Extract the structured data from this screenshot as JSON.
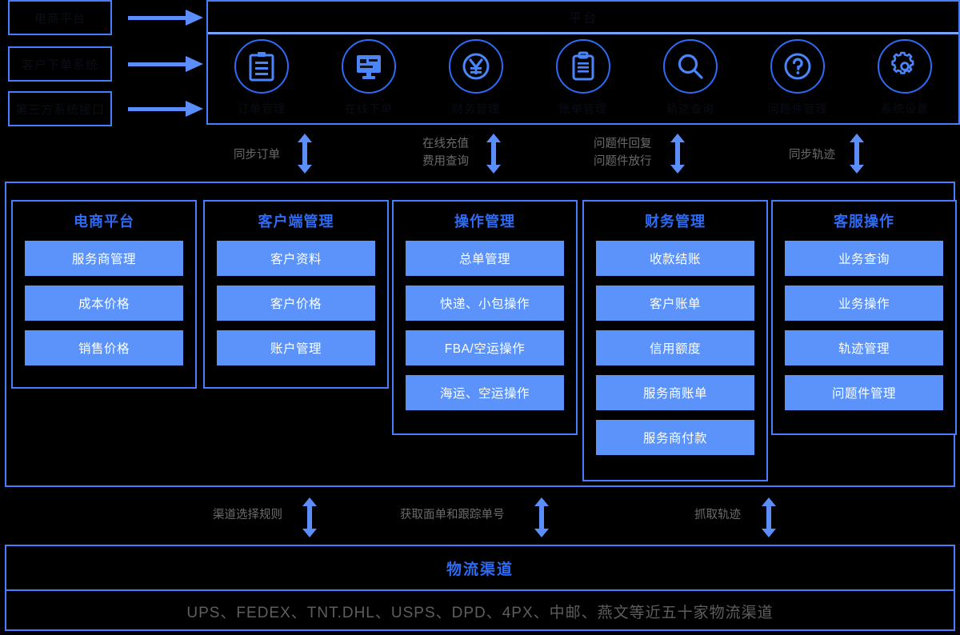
{
  "sources": [
    {
      "label": "电商平台"
    },
    {
      "label": "客户下单系统"
    },
    {
      "label": "第三方系统接口"
    }
  ],
  "top_panel": {
    "title": "平台",
    "icons": [
      {
        "icon": "clipboard-lines-icon",
        "label": "订单管理"
      },
      {
        "icon": "monitor-icon",
        "label": "在线下单"
      },
      {
        "icon": "yen-currency-icon",
        "label": "财务管理"
      },
      {
        "icon": "clipboard-outline-icon",
        "label": "账单管理"
      },
      {
        "icon": "search-icon",
        "label": "轨迹查询"
      },
      {
        "icon": "question-mark-icon",
        "label": "问题件管理"
      },
      {
        "icon": "gear-icon",
        "label": "系统设置"
      }
    ]
  },
  "upper_flows": [
    {
      "lines": [
        "同步订单"
      ]
    },
    {
      "lines": [
        "在线充值",
        "费用查询"
      ]
    },
    {
      "lines": [
        "问题件回复",
        "问题件放行"
      ]
    },
    {
      "lines": [
        "同步轨迹"
      ]
    }
  ],
  "lower_flows": [
    {
      "lines": [
        "渠道选择规则"
      ]
    },
    {
      "lines": [
        "获取面单和跟踪单号"
      ]
    },
    {
      "lines": [
        "抓取轨迹"
      ]
    }
  ],
  "main_panel": {
    "columns": [
      {
        "title": "电商平台",
        "items": [
          "服务商管理",
          "成本价格",
          "销售价格"
        ]
      },
      {
        "title": "客户端管理",
        "items": [
          "客户资料",
          "客户价格",
          "账户管理"
        ]
      },
      {
        "title": "操作管理",
        "items": [
          "总单管理",
          "快递、小包操作",
          "FBA/空运操作",
          "海运、空运操作"
        ]
      },
      {
        "title": "财务管理",
        "items": [
          "收款结账",
          "客户账单",
          "信用额度",
          "服务商账单",
          "服务商付款"
        ]
      },
      {
        "title": "客服操作",
        "items": [
          "业务查询",
          "业务操作",
          "轨迹管理",
          "问题件管理"
        ]
      }
    ]
  },
  "bottom_panel": {
    "title": "物流渠道",
    "subtitle": "UPS、FEDEX、TNT.DHL、USPS、DPD、4PX、中邮、燕文等近五十家物流渠道"
  },
  "colors": {
    "accent_blue": "#2e6bf5",
    "border_blue": "#4a7dfc",
    "pill_blue": "#5c93fb",
    "arrow_blue": "#5b8dfb",
    "background": "#000000",
    "flow_label_gray": "#6b6b6b"
  }
}
